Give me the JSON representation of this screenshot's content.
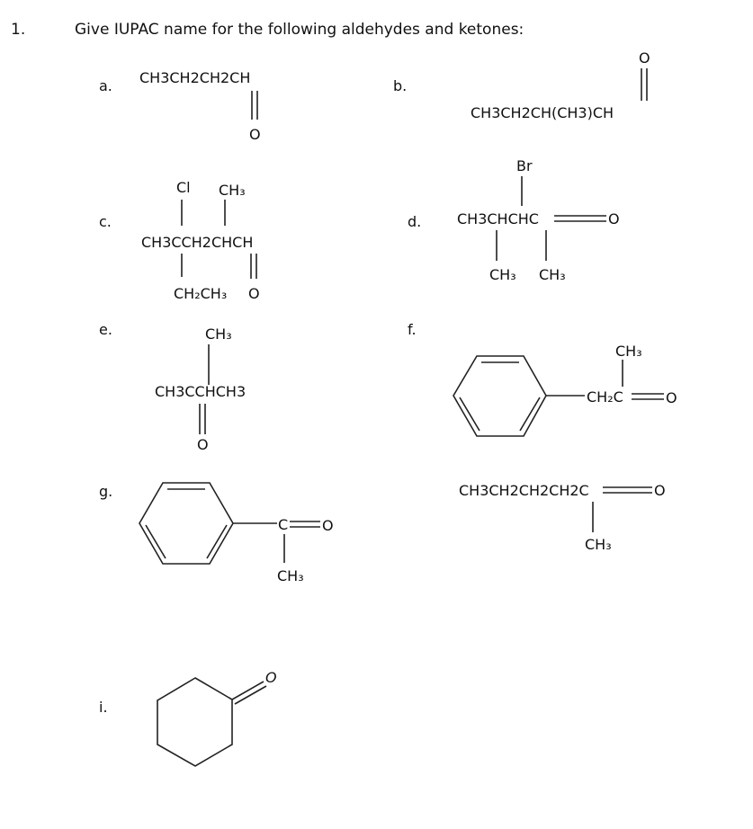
{
  "question": {
    "number": "1.",
    "prompt": "Give IUPAC name for the following aldehydes and ketones:"
  },
  "items": {
    "a": {
      "label": "a.",
      "formula": "CH3CH2CH2CH",
      "oxygen": "O"
    },
    "b": {
      "label": "b.",
      "formula": "CH3CH2CH(CH3)CH",
      "oxygen": "O"
    },
    "c": {
      "label": "c.",
      "formula": "CH3CCH2CHCH",
      "sub1": "Cl",
      "sub2": "CH₃",
      "sub3": "CH₂CH₃",
      "oxygen": "O"
    },
    "d": {
      "label": "d.",
      "formula": "CH3CHCHC",
      "sub1": "Br",
      "sub2": "CH₃",
      "sub3": "CH₃",
      "oxygen": "O"
    },
    "e": {
      "label": "e.",
      "formula": "CH3CCHCH3",
      "sub1": "CH₃",
      "oxygen": "O"
    },
    "f": {
      "label": "f.",
      "formula": "CH₂C",
      "sub1": "CH₃",
      "oxygen": "O"
    },
    "g": {
      "label": "g.",
      "formula": "C",
      "sub1": "CH₃",
      "oxygen": "O"
    },
    "h": {
      "formula": "CH3CH2CH2CH2C",
      "sub1": "CH₃",
      "oxygen": "O"
    },
    "i": {
      "label": "i.",
      "oxygen": "O"
    }
  }
}
